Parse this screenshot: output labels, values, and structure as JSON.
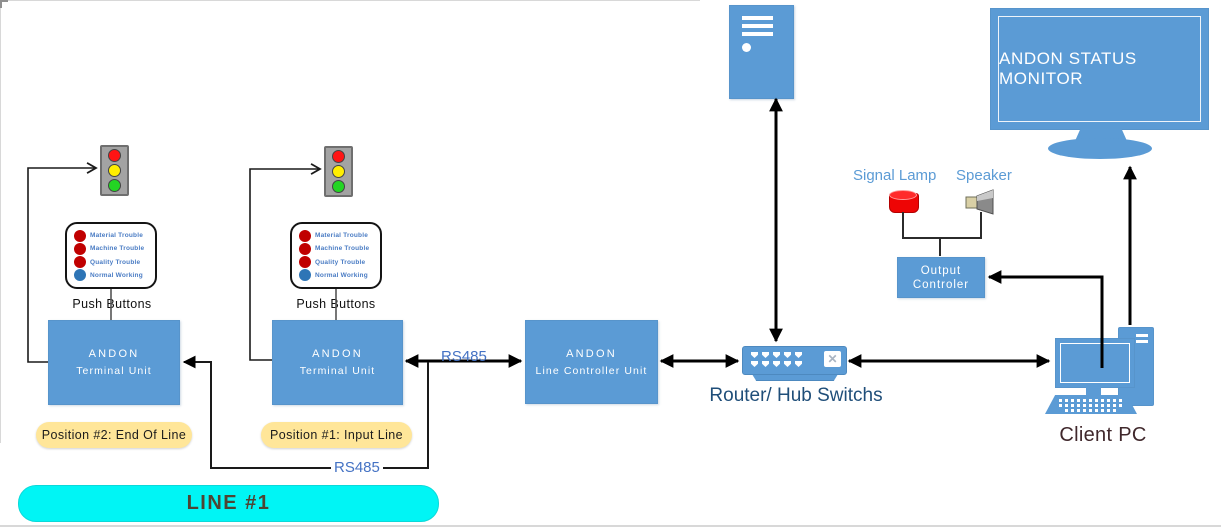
{
  "colors": {
    "accent_blue": "#5B9BD5",
    "dark_blue_text": "#1F4E79",
    "rs485_blue": "#4472C4",
    "panel_text_blue": "#4a7cc4",
    "button_red": "#C00000",
    "button_blue": "#2E75B6",
    "pill_yellow": "#FFE699",
    "banner_cyan": "#00F5F5",
    "lamp_red": "#EE0505",
    "client_pc_text": "#40282C",
    "traffic_red": "#FF1414",
    "traffic_yellow": "#FFEE00",
    "traffic_green": "#23D523"
  },
  "stations": [
    {
      "position_label": "Position #2: End Of Line",
      "terminal": {
        "line1": "ANDON",
        "line2": "Terminal Unit"
      },
      "push_buttons_label": "Push Buttons",
      "panel": {
        "buttons": [
          {
            "label": "Material Trouble",
            "color": "#C00000"
          },
          {
            "label": "Machine Trouble",
            "color": "#C00000"
          },
          {
            "label": "Quality Trouble",
            "color": "#C00000"
          },
          {
            "label": "Normal Working",
            "color": "#2E75B6"
          }
        ]
      }
    },
    {
      "position_label": "Position #1: Input Line",
      "terminal": {
        "line1": "ANDON",
        "line2": "Terminal Unit"
      },
      "push_buttons_label": "Push Buttons",
      "panel": {
        "buttons": [
          {
            "label": "Material Trouble",
            "color": "#C00000"
          },
          {
            "label": "Machine Trouble",
            "color": "#C00000"
          },
          {
            "label": "Quality Trouble",
            "color": "#C00000"
          },
          {
            "label": "Normal Working",
            "color": "#2E75B6"
          }
        ]
      }
    }
  ],
  "line_controller": {
    "line1": "ANDON",
    "line2": "Line Controller Unit"
  },
  "router": {
    "label": "Router/ Hub Switchs",
    "crossover_glyph": "✕"
  },
  "monitor": {
    "label": "ANDON STATUS MONITOR"
  },
  "output_controller": {
    "line1": "Output",
    "line2": "Controler"
  },
  "peripherals": {
    "signal_lamp_label": "Signal Lamp",
    "speaker_label": "Speaker"
  },
  "client_pc": {
    "label": "Client PC"
  },
  "rs485": {
    "mid": "RS485",
    "bottom": "RS485"
  },
  "line_banner": {
    "label": "LINE #1"
  }
}
